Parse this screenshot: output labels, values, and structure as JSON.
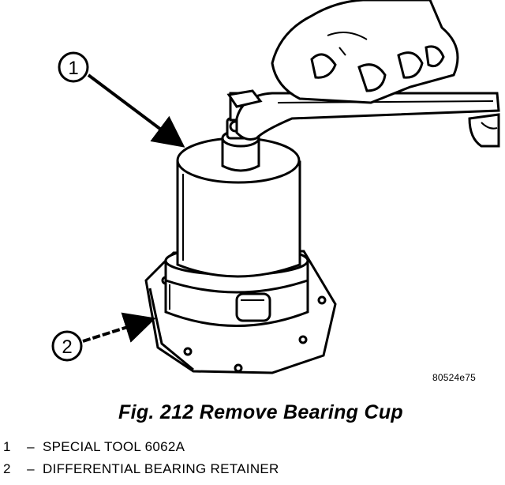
{
  "figure": {
    "callouts": [
      {
        "number": "1",
        "label": "SPECIAL TOOL 6062A"
      },
      {
        "number": "2",
        "label": "DIFFERENTIAL BEARING RETAINER"
      }
    ],
    "image_code": "80524e75"
  },
  "caption": "Fig. 212 Remove Bearing Cup",
  "legend_separator": "–"
}
